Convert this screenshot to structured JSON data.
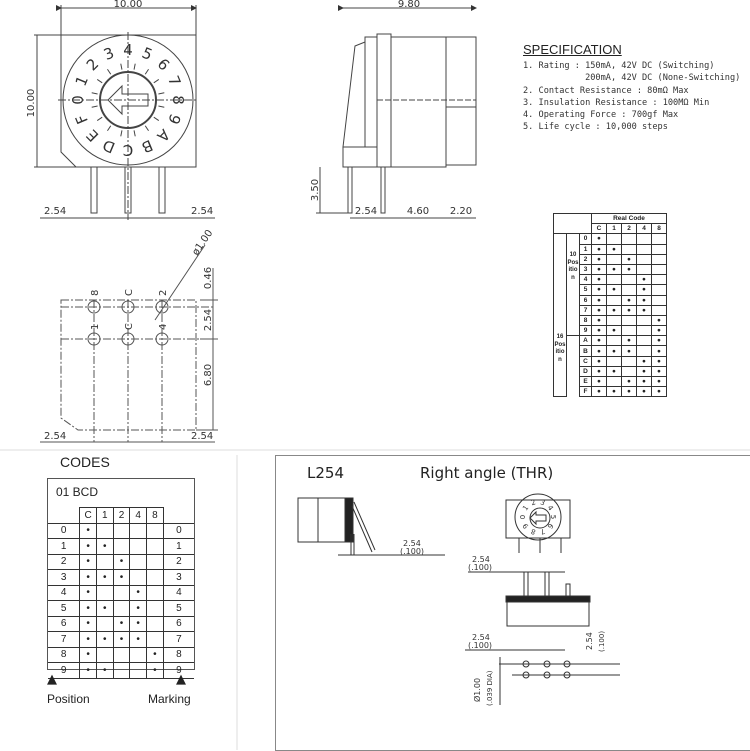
{
  "top_view": {
    "width_dim": "10.00",
    "height_dim": "10.00",
    "pitch_left": "2.54",
    "pitch_right": "2.54",
    "dial_labels": [
      "0",
      "1",
      "2",
      "3",
      "4",
      "5",
      "6",
      "7",
      "8",
      "9",
      "A",
      "B",
      "C",
      "D",
      "E",
      "F"
    ]
  },
  "side_view": {
    "width_dim": "9.80",
    "pin_dim": "3.50",
    "dims": [
      "2.54",
      "4.60",
      "2.20"
    ]
  },
  "footprint": {
    "hole_dia": "ø1.00",
    "top_labels": [
      "8",
      "C",
      "2"
    ],
    "bottom_labels": [
      "1",
      "C",
      "4"
    ],
    "right_dims": [
      "0.46",
      "2.54",
      "6.80"
    ],
    "pitch_left": "2.54",
    "pitch_right": "2.54"
  },
  "spec": {
    "title": "SPECIFICATION",
    "lines": [
      "1. Rating : 150mA, 42V DC (Switching)",
      "            200mA, 42V DC (None-Switching)",
      "2. Contact Resistance : 80mΩ Max",
      "3. Insulation Resistance : 100MΩ Min",
      "4. Operating Force : 700gf Max",
      "5. Life cycle : 10,000 steps"
    ]
  },
  "real_code": {
    "title": "Real Code",
    "columns": [
      "C",
      "1",
      "2",
      "4",
      "8"
    ],
    "label10": "10 Position",
    "label16": "16 Position",
    "rows": [
      {
        "pos": "0",
        "dots": [
          1,
          0,
          0,
          0,
          0
        ]
      },
      {
        "pos": "1",
        "dots": [
          1,
          1,
          0,
          0,
          0
        ]
      },
      {
        "pos": "2",
        "dots": [
          1,
          0,
          1,
          0,
          0
        ]
      },
      {
        "pos": "3",
        "dots": [
          1,
          1,
          1,
          0,
          0
        ]
      },
      {
        "pos": "4",
        "dots": [
          1,
          0,
          0,
          1,
          0
        ]
      },
      {
        "pos": "5",
        "dots": [
          1,
          1,
          0,
          1,
          0
        ]
      },
      {
        "pos": "6",
        "dots": [
          1,
          0,
          1,
          1,
          0
        ]
      },
      {
        "pos": "7",
        "dots": [
          1,
          1,
          1,
          1,
          0
        ]
      },
      {
        "pos": "8",
        "dots": [
          1,
          0,
          0,
          0,
          1
        ]
      },
      {
        "pos": "9",
        "dots": [
          1,
          1,
          0,
          0,
          1
        ]
      },
      {
        "pos": "A",
        "dots": [
          1,
          0,
          1,
          0,
          1
        ]
      },
      {
        "pos": "B",
        "dots": [
          1,
          1,
          1,
          0,
          1
        ]
      },
      {
        "pos": "C",
        "dots": [
          1,
          0,
          0,
          1,
          1
        ]
      },
      {
        "pos": "D",
        "dots": [
          1,
          1,
          0,
          1,
          1
        ]
      },
      {
        "pos": "E",
        "dots": [
          1,
          0,
          1,
          1,
          1
        ]
      },
      {
        "pos": "F",
        "dots": [
          1,
          1,
          1,
          1,
          1
        ]
      }
    ]
  },
  "codes": {
    "title": "CODES",
    "subtitle": "01  BCD",
    "columns": [
      "C",
      "1",
      "2",
      "4",
      "8"
    ],
    "position_label": "Position",
    "marking_label": "Marking",
    "rows": [
      {
        "pos": "0",
        "mark": "0",
        "dots": [
          1,
          0,
          0,
          0,
          0
        ]
      },
      {
        "pos": "1",
        "mark": "1",
        "dots": [
          1,
          1,
          0,
          0,
          0
        ]
      },
      {
        "pos": "2",
        "mark": "2",
        "dots": [
          1,
          0,
          1,
          0,
          0
        ]
      },
      {
        "pos": "3",
        "mark": "3",
        "dots": [
          1,
          1,
          1,
          0,
          0
        ]
      },
      {
        "pos": "4",
        "mark": "4",
        "dots": [
          1,
          0,
          0,
          1,
          0
        ]
      },
      {
        "pos": "5",
        "mark": "5",
        "dots": [
          1,
          1,
          0,
          1,
          0
        ]
      },
      {
        "pos": "6",
        "mark": "6",
        "dots": [
          1,
          0,
          1,
          1,
          0
        ]
      },
      {
        "pos": "7",
        "mark": "7",
        "dots": [
          1,
          1,
          1,
          1,
          0
        ]
      },
      {
        "pos": "8",
        "mark": "8",
        "dots": [
          1,
          0,
          0,
          0,
          1
        ]
      },
      {
        "pos": "9",
        "mark": "9",
        "dots": [
          1,
          1,
          0,
          0,
          1
        ]
      }
    ]
  },
  "right_angle": {
    "model": "L254",
    "title": "Right angle (THR)",
    "pitch": "2.54",
    "pitch_in": "(.100)",
    "vert_pitch": "2.54",
    "vert_pitch_in": "(.100)",
    "hole": "Ø1.00",
    "hole_in": "(.039 DIA)",
    "dial_labels": [
      "0",
      "1",
      "2",
      "3",
      "4",
      "5",
      "6",
      "7",
      "8",
      "9"
    ]
  }
}
